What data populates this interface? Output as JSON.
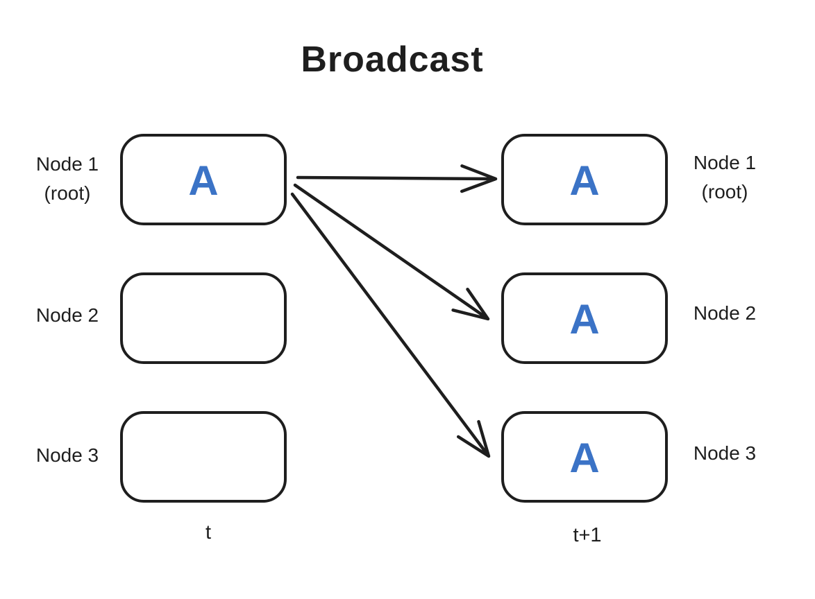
{
  "title": "Broadcast",
  "colors": {
    "ink": "#1e1e1e",
    "accent_blue": "#3b73c6",
    "background": "#ffffff"
  },
  "time_axis": {
    "left_label": "t",
    "right_label": "t+1"
  },
  "left_column": {
    "nodes": [
      {
        "name": "Node 1",
        "qualifier": "(root)",
        "value": "A"
      },
      {
        "name": "Node 2",
        "qualifier": "",
        "value": ""
      },
      {
        "name": "Node 3",
        "qualifier": "",
        "value": ""
      }
    ]
  },
  "right_column": {
    "nodes": [
      {
        "name": "Node 1",
        "qualifier": "(root)",
        "value": "A"
      },
      {
        "name": "Node 2",
        "qualifier": "",
        "value": "A"
      },
      {
        "name": "Node 3",
        "qualifier": "",
        "value": "A"
      }
    ]
  },
  "arrows": [
    {
      "from": "node-1-t",
      "to": "node-1-t+1"
    },
    {
      "from": "node-1-t",
      "to": "node-2-t+1"
    },
    {
      "from": "node-1-t",
      "to": "node-3-t+1"
    }
  ]
}
